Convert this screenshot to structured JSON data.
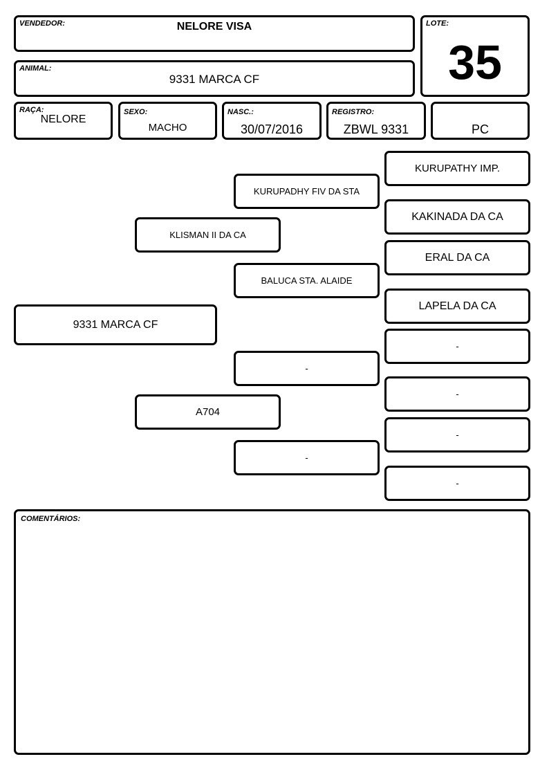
{
  "header": {
    "vendedor_label": "VENDEDOR:",
    "vendedor_value": "NELORE VISA",
    "lote_label": "LOTE:",
    "lote_value": "35",
    "animal_label": "ANIMAL:",
    "animal_value": "9331 MARCA CF",
    "raca_label": "RAÇA:",
    "raca_value": "NELORE",
    "sexo_label": "SEXO:",
    "sexo_value": "MACHO",
    "nasc_label": "NASC.:",
    "nasc_value": "30/07/2016",
    "registro_label": "REGISTRO:",
    "registro_value": "ZBWL 9331",
    "categoria_value": "PC"
  },
  "pedigree": {
    "animal": "9331 MARCA CF",
    "sire": "KLISMAN II DA CA",
    "dam": "A704",
    "paternal_grandsire": "KURUPADHY FIV DA STA",
    "paternal_granddam": "BALUCA STA. ALAIDE",
    "maternal_grandsire": "-",
    "maternal_granddam": "-",
    "great_grandparents": [
      "KURUPATHY IMP.",
      "KAKINADA DA CA",
      "ERAL DA CA",
      "LAPELA DA CA",
      "-",
      "-",
      "-",
      "-"
    ]
  },
  "comments": {
    "label": "COMENTÁRIOS:",
    "text": ""
  }
}
